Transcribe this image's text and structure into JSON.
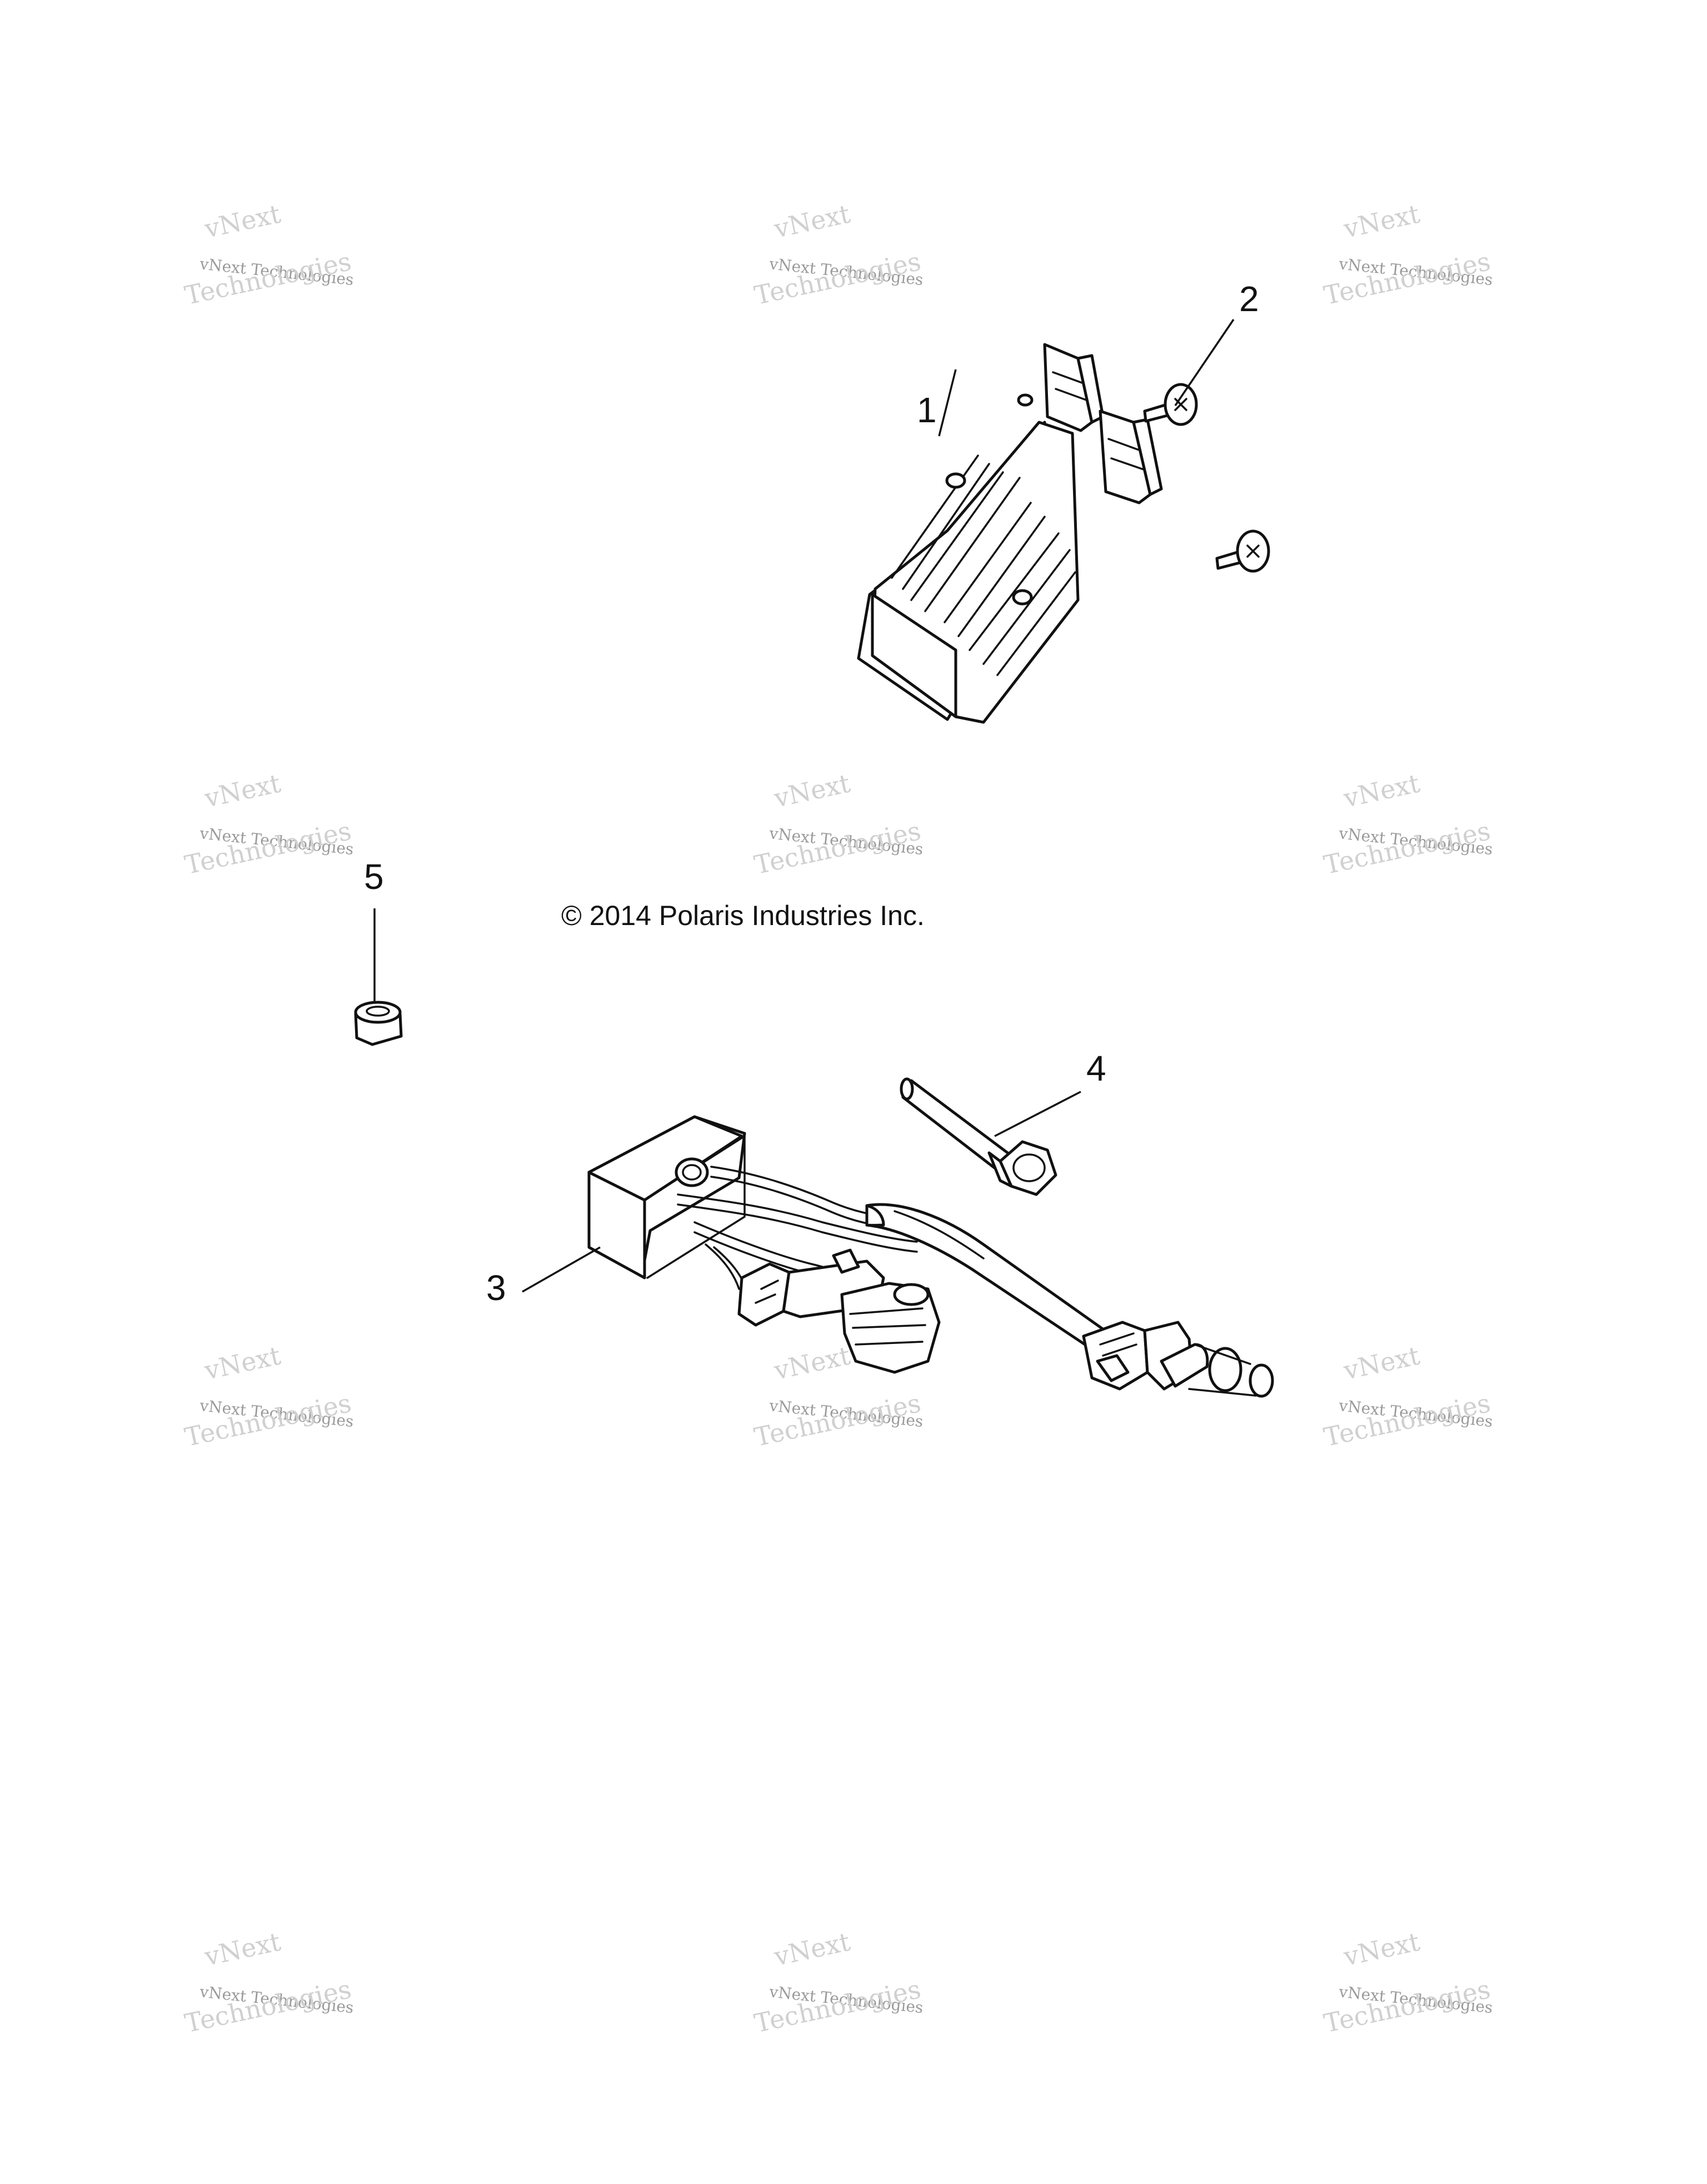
{
  "copyright": "© 2014 Polaris Industries Inc.",
  "callouts": {
    "c1": "1",
    "c2": "2",
    "c3": "3",
    "c4": "4",
    "c5": "5"
  },
  "watermark": {
    "brand": "vNext",
    "company": "vNext Technologies",
    "word": "Technologies"
  },
  "colors": {
    "line": "#111111",
    "watermark": "#b9b9b9",
    "background": "#ffffff"
  }
}
